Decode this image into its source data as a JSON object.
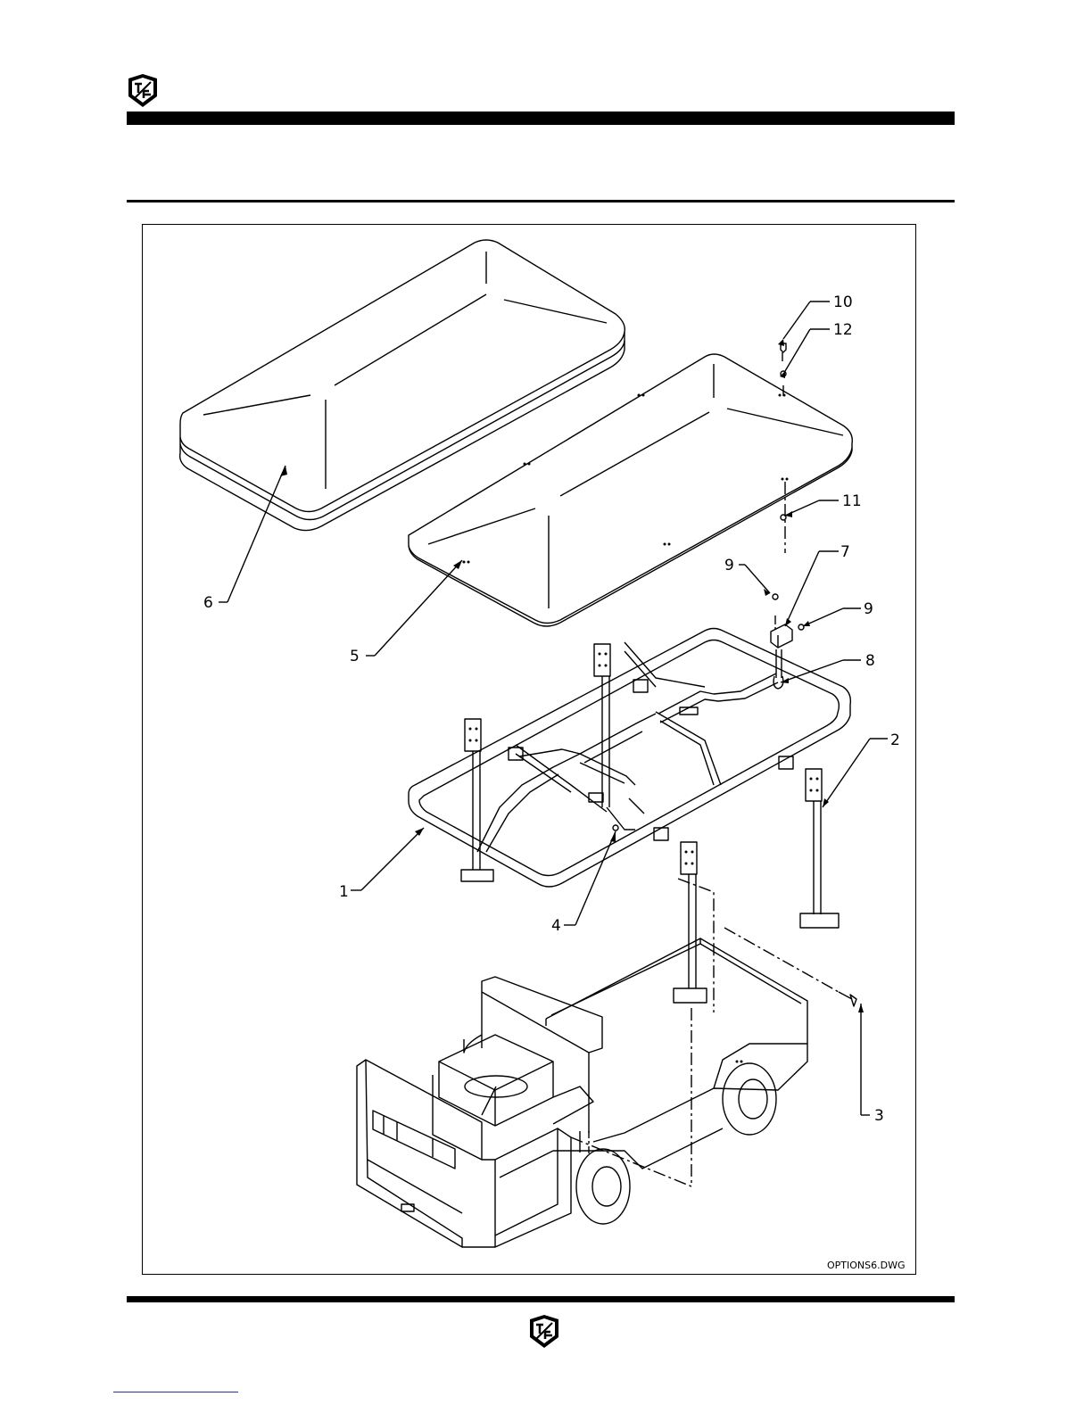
{
  "header": {
    "logo_icon": "company-shield-logo-icon"
  },
  "footer": {
    "logo_icon": "company-shield-logo-icon"
  },
  "drawing": {
    "filename": "OPTIONS6.DWG",
    "callouts": [
      "1",
      "2",
      "3",
      "4",
      "5",
      "6",
      "7",
      "8",
      "9",
      "9",
      "10",
      "11",
      "12"
    ]
  },
  "colors": {
    "ink": "#000000",
    "paper": "#ffffff",
    "link": "#2233aa"
  }
}
